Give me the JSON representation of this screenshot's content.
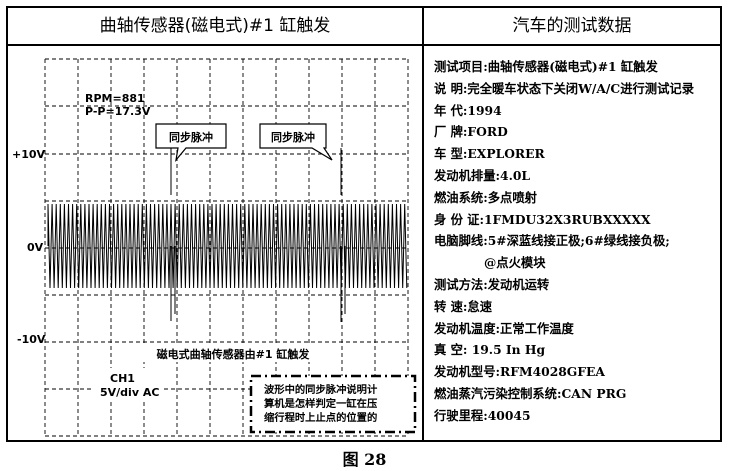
{
  "left_title": "曲轴传感器(磁电式)#1 缸触发",
  "right_title": "汽车的测试数据",
  "scope": {
    "readout": [
      "RPM=881",
      "P-P=17.3V"
    ],
    "y_labels": [
      "+10V",
      "0V",
      "-10V"
    ],
    "callouts": [
      "同步脉冲",
      "同步脉冲"
    ],
    "waveform_label": "磁电式曲轴传感器由#1 缸触发",
    "channel": [
      "CH1",
      "5V/div AC"
    ],
    "note": [
      "波形中的同步脉冲说明计",
      "算机是怎样判定一缸在压",
      "缩行程时上止点的位置的"
    ],
    "colors": {
      "trace": "#000000",
      "grid": "#000000"
    }
  },
  "specs": [
    "测试项目:曲轴传感器(磁电式)#1 缸触发",
    "说      明:完全暖车状态下关闭W/A/C进行测试记录",
    "年      代:1994",
    "厂      牌:FORD",
    "车      型:EXPLORER",
    "发动机排量:4.0L",
    "燃油系统:多点喷射",
    "身  份  证:1FMDU32X3RUBXXXXX",
    "电脑脚线:5#深蓝线接正极;6#绿线接负极;",
    "@点火模块",
    "测试方法:发动机运转",
    "转      速:怠速",
    "发动机温度:正常工作温度",
    "真      空: 19.5 In Hg",
    "发动机型号:RFM4028GFEA",
    "燃油蒸汽污染控制系统:CAN PRG",
    "行驶里程:40045"
  ],
  "caption": "图  28"
}
